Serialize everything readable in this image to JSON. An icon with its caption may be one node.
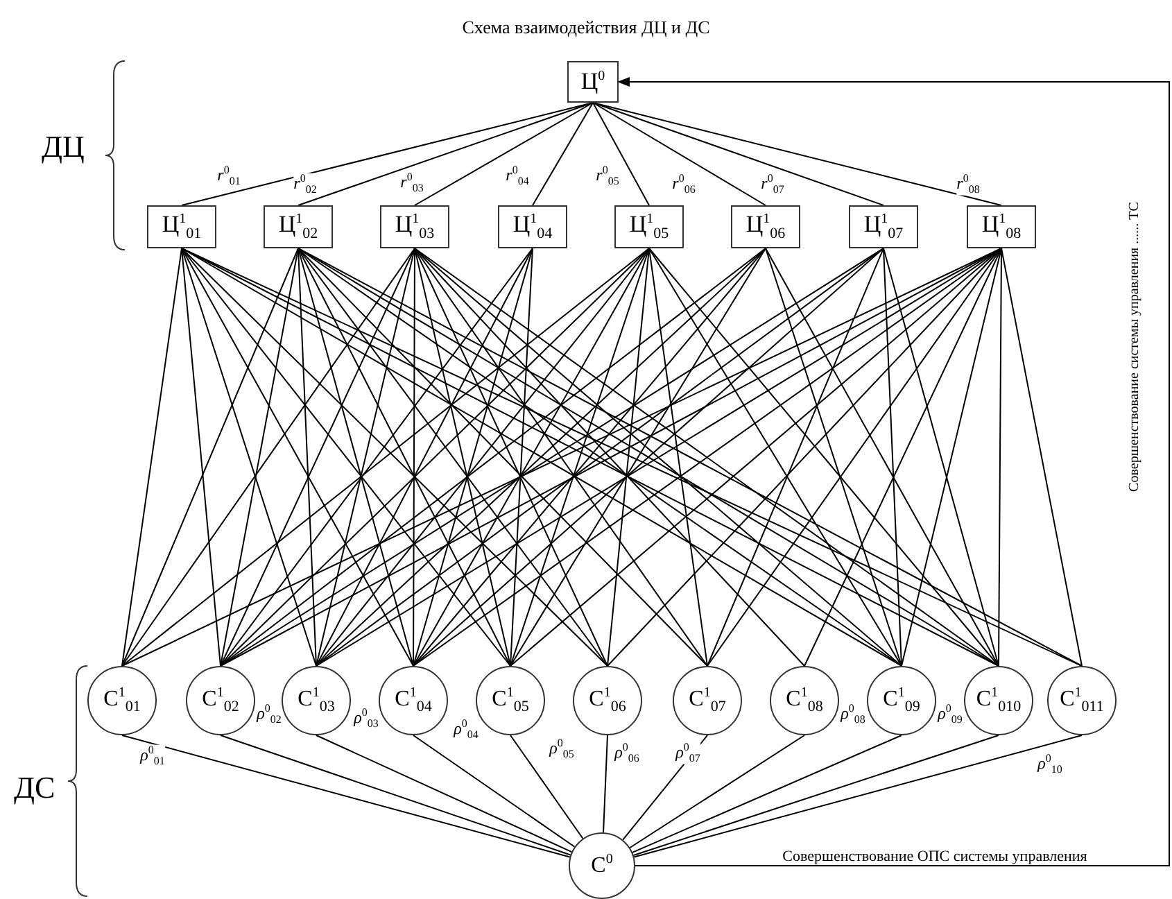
{
  "diagram": {
    "title": "Схема взаимодействия ДЦ и ДС",
    "nodes": [
      {
        "text": [
          "Ц$^{0}$"
        ]
      },
      {
        "text": [
          "Ц$^{1}$$_{01}$"
        ]
      },
      {
        "text": [
          "Ц$^{1}$$_{02}$"
        ]
      },
      {
        "text": [
          "Ц$^{1}$$_{03}$"
        ]
      },
      {
        "text": [
          "Ц$^{1}$$_{04}$"
        ]
      },
      {
        "text": [
          "Ц$^{1}$$_{05}$"
        ]
      },
      {
        "text": [
          "Ц$^{1}$$_{06}$"
        ]
      },
      {
        "text": [
          "Ц$^{1}$$_{07}$"
        ]
      },
      {
        "text": [
          "Ц$^{1}$$_{08}$"
        ]
      },
      {
        "text": [
          "C$^{1}$$_{01}$"
        ]
      },
      {
        "text": [
          "C$^{1}$$_{02}$"
        ]
      },
      {
        "text": [
          "C$^{1}$$_{03}$"
        ]
      },
      {
        "text": [
          "C$^{1}$$_{04}$"
        ]
      },
      {
        "text": [
          "C$^{1}$$_{05}$"
        ]
      },
      {
        "text": [
          "C$^{1}$$_{06}$"
        ]
      },
      {
        "text": [
          "C$^{1}$$_{07}$"
        ]
      },
      {
        "text": [
          "C$^{1}$$_{08}$"
        ]
      },
      {
        "text": [
          "C$^{1}$$_{09}$"
        ]
      },
      {
        "text": [
          "C$^{1}$$_{010}$"
        ]
      },
      {
        "text": [
          "C$^{1}$$_{011}$"
        ]
      },
      {
        "text": [
          "C$^{0}$"
        ]
      }
    ],
    "edges": [
      {
        "from": 0,
        "to": 1,
        "arrow": "none",
        "label": "*r*$^{0}$$_{01}$"
      },
      {
        "from": 0,
        "to": 2,
        "arrow": "none",
        "label": "*r*$^{0}$$_{02}$"
      },
      {
        "from": 0,
        "to": 3,
        "arrow": "none",
        "label": "*r*$^{0}$$_{03}$"
      },
      {
        "from": 0,
        "to": 4,
        "arrow": "none",
        "label": "*r*$^{0}$$_{04}$"
      },
      {
        "from": 0,
        "to": 5,
        "arrow": "none",
        "label": "*r*$^{0}$$_{05}$"
      },
      {
        "from": 0,
        "to": 6,
        "arrow": "none",
        "label": "*r*$^{0}$$_{06}$"
      },
      {
        "from": 0,
        "to": 7,
        "arrow": "none",
        "label": "*r*$^{0}$$_{07}$"
      },
      {
        "from": 0,
        "to": 8,
        "arrow": "none",
        "label": "*r*$^{0}$$_{08}$"
      },
      {
        "from": 9,
        "to": 20,
        "arrow": "none",
        "label": "*ρ*$^{0}$$_{01}$"
      },
      {
        "from": 10,
        "to": 20,
        "arrow": "none",
        "label": "*ρ*$^{0}$$_{02}$"
      },
      {
        "from": 11,
        "to": 20,
        "arrow": "none",
        "label": "*ρ*$^{0}$$_{03}$"
      },
      {
        "from": 12,
        "to": 20,
        "arrow": "none",
        "label": "*ρ*$^{0}$$_{04}$"
      },
      {
        "from": 13,
        "to": 20,
        "arrow": "none",
        "label": "*ρ*$^{0}$$_{05}$"
      },
      {
        "from": 14,
        "to": 20,
        "arrow": "none",
        "label": "*ρ*$^{0}$$_{06}$"
      },
      {
        "from": 15,
        "to": 20,
        "arrow": "none",
        "label": "*ρ*$^{0}$$_{07}$"
      },
      {
        "from": 16,
        "to": 20,
        "arrow": "none",
        "label": "*ρ*$^{0}$$_{08}$"
      },
      {
        "from": 17,
        "to": 20,
        "arrow": "none",
        "label": "*ρ*$^{0}$$_{09}$"
      },
      {
        "from": 18,
        "to": 20,
        "arrow": "none"
      },
      {
        "from": 19,
        "to": 20,
        "arrow": "none",
        "label": "*ρ*$^{0}$$_{10}$"
      },
      {
        "from": 20,
        "to": 0,
        "arrow": "to",
        "label": "Совершенствование ОПС системы управления"
      },
      {
        "from": 1,
        "to": 9,
        "arrow": "none"
      },
      {
        "from": 1,
        "to": 10,
        "arrow": "none"
      },
      {
        "from": 1,
        "to": 11,
        "arrow": "none"
      },
      {
        "from": 1,
        "to": 12,
        "arrow": "none"
      },
      {
        "from": 1,
        "to": 13,
        "arrow": "none"
      },
      {
        "from": 1,
        "to": 14,
        "arrow": "none"
      },
      {
        "from": 1,
        "to": 17,
        "arrow": "none"
      },
      {
        "from": 1,
        "to": 18,
        "arrow": "none"
      },
      {
        "from": 1,
        "to": 19,
        "arrow": "none"
      },
      {
        "from": 2,
        "to": 9,
        "arrow": "none"
      },
      {
        "from": 2,
        "to": 10,
        "arrow": "none"
      },
      {
        "from": 2,
        "to": 11,
        "arrow": "none"
      },
      {
        "from": 2,
        "to": 12,
        "arrow": "none"
      },
      {
        "from": 2,
        "to": 13,
        "arrow": "none"
      },
      {
        "from": 2,
        "to": 14,
        "arrow": "none"
      },
      {
        "from": 2,
        "to": 15,
        "arrow": "none"
      },
      {
        "from": 2,
        "to": 17,
        "arrow": "none"
      },
      {
        "from": 2,
        "to": 18,
        "arrow": "none"
      },
      {
        "from": 2,
        "to": 19,
        "arrow": "none"
      },
      {
        "from": 3,
        "to": 9,
        "arrow": "none"
      },
      {
        "from": 3,
        "to": 10,
        "arrow": "none"
      },
      {
        "from": 3,
        "to": 11,
        "arrow": "none"
      },
      {
        "from": 3,
        "to": 12,
        "arrow": "none"
      },
      {
        "from": 3,
        "to": 13,
        "arrow": "none"
      },
      {
        "from": 3,
        "to": 14,
        "arrow": "none"
      },
      {
        "from": 3,
        "to": 15,
        "arrow": "none"
      },
      {
        "from": 3,
        "to": 16,
        "arrow": "none"
      },
      {
        "from": 3,
        "to": 17,
        "arrow": "none"
      },
      {
        "from": 3,
        "to": 18,
        "arrow": "none"
      },
      {
        "from": 4,
        "to": 10,
        "arrow": "none"
      },
      {
        "from": 4,
        "to": 11,
        "arrow": "none"
      },
      {
        "from": 4,
        "to": 12,
        "arrow": "none"
      },
      {
        "from": 4,
        "to": 13,
        "arrow": "none"
      },
      {
        "from": 5,
        "to": 9,
        "arrow": "none"
      },
      {
        "from": 5,
        "to": 10,
        "arrow": "none"
      },
      {
        "from": 5,
        "to": 11,
        "arrow": "none"
      },
      {
        "from": 5,
        "to": 12,
        "arrow": "none"
      },
      {
        "from": 5,
        "to": 13,
        "arrow": "none"
      },
      {
        "from": 5,
        "to": 14,
        "arrow": "none"
      },
      {
        "from": 5,
        "to": 15,
        "arrow": "none"
      },
      {
        "from": 5,
        "to": 17,
        "arrow": "none"
      },
      {
        "from": 5,
        "to": 18,
        "arrow": "none"
      },
      {
        "from": 6,
        "to": 10,
        "arrow": "none"
      },
      {
        "from": 6,
        "to": 11,
        "arrow": "none"
      },
      {
        "from": 6,
        "to": 12,
        "arrow": "none"
      },
      {
        "from": 6,
        "to": 13,
        "arrow": "none"
      },
      {
        "from": 6,
        "to": 17,
        "arrow": "none"
      },
      {
        "from": 6,
        "to": 18,
        "arrow": "none"
      },
      {
        "from": 7,
        "to": 10,
        "arrow": "none"
      },
      {
        "from": 7,
        "to": 11,
        "arrow": "none"
      },
      {
        "from": 7,
        "to": 12,
        "arrow": "none"
      },
      {
        "from": 7,
        "to": 15,
        "arrow": "none"
      },
      {
        "from": 7,
        "to": 17,
        "arrow": "none"
      },
      {
        "from": 7,
        "to": 18,
        "arrow": "none"
      },
      {
        "from": 8,
        "to": 9,
        "arrow": "none"
      },
      {
        "from": 8,
        "to": 10,
        "arrow": "none"
      },
      {
        "from": 8,
        "to": 11,
        "arrow": "none"
      },
      {
        "from": 8,
        "to": 12,
        "arrow": "none"
      },
      {
        "from": 8,
        "to": 13,
        "arrow": "none"
      },
      {
        "from": 8,
        "to": 14,
        "arrow": "none"
      },
      {
        "from": 8,
        "to": 15,
        "arrow": "none"
      },
      {
        "from": 8,
        "to": 16,
        "arrow": "none"
      },
      {
        "from": 8,
        "to": 17,
        "arrow": "none"
      },
      {
        "from": 8,
        "to": 18,
        "arrow": "none"
      },
      {
        "from": 8,
        "to": 19,
        "arrow": "none"
      }
    ],
    "labels": [
      "ДЦ",
      "ДС",
      "Совершенствование системы управления ...... ТС"
    ]
  }
}
